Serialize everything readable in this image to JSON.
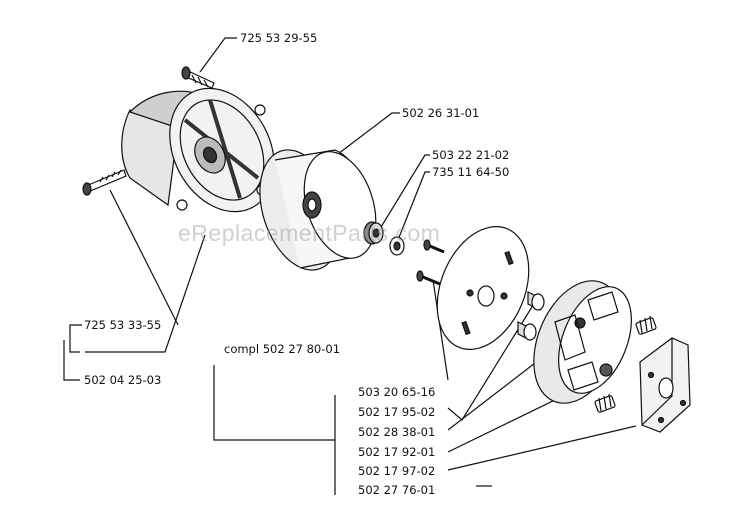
{
  "watermark": "eReplacementParts.com",
  "parts": {
    "screw_top": "725 53 29-55",
    "clutch_drum": "502 26 31-01",
    "needle_bearing": "503 22 21-02",
    "washer": "735 11 64-50",
    "screw_side": "725 53 33-55",
    "clutch_housing": "502 04 25-03",
    "clutch_complete": "compl 502 27 80-01",
    "screw_small": "503 20 65-16",
    "spacer": "502 17 95-02",
    "clutch_spring": "502 28 38-01",
    "clutch_plate": "502 17 92-01",
    "spring": "502 17 97-02",
    "shoe_carrier": "502 27 76-01"
  }
}
